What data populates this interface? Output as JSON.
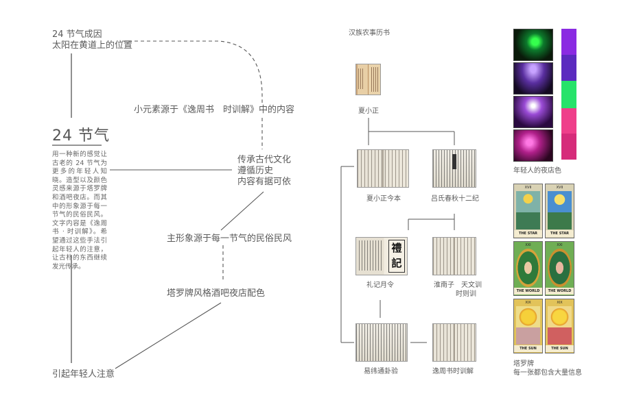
{
  "left": {
    "cause_line1": "24 节气成因",
    "cause_line2": "太阳在黄道上的位置",
    "big_title": "24 节气",
    "description": "用一种新的感觉让古老的 24 节气为更多的年轻人知晓。造型以及颜色灵感来源于塔罗牌和酒吧夜店。而其中的形象源于每一节气的民俗民风。文字内容是《逸周书 · 时训解》。希望通过这些手法引起年轻人的注意，让古朴的东西继续发光传承。",
    "source_elements": "小元素源于《逸周书　时训解》中的内容",
    "heritage_line1": "传承古代文化",
    "heritage_line2": "遵循历史",
    "heritage_line3": "内容有据可依",
    "main_image_source": "主形象源于每一节气的民俗民风",
    "tarot_style": "塔罗牌风格酒吧夜店配色",
    "attract": "引起年轻人注意"
  },
  "middle": {
    "heading": "汉族农事历书",
    "books": [
      {
        "name": "夏小正"
      },
      {
        "name": "夏小正今本"
      },
      {
        "name": "吕氏春秋十二纪"
      },
      {
        "name": "礼记月令"
      },
      {
        "name": "淮南子　天文训"
      },
      {
        "name": "时则训"
      },
      {
        "name": "易纬通卦验"
      },
      {
        "name": "逸周书时训解"
      }
    ],
    "liji_chars": "禮記"
  },
  "right": {
    "nightclub_caption": "年轻人的夜店色",
    "swatch_colors": [
      "#8a2be2",
      "#5b2bbf",
      "#27e36a",
      "#ef3f8a",
      "#d62c7a"
    ],
    "tarot_caption1": "塔罗牌",
    "tarot_caption2": "每一张都包含大量信息",
    "tarot_cards": [
      {
        "name": "THE STAR",
        "num": "XVII"
      },
      {
        "name": "THE STAR",
        "num": "XVII"
      },
      {
        "name": "THE WORLD",
        "num": "XXI"
      },
      {
        "name": "THE WORLD",
        "num": "XXI"
      },
      {
        "name": "THE SUN",
        "num": "XIX"
      },
      {
        "name": "THE SUN",
        "num": "XIX"
      }
    ]
  }
}
